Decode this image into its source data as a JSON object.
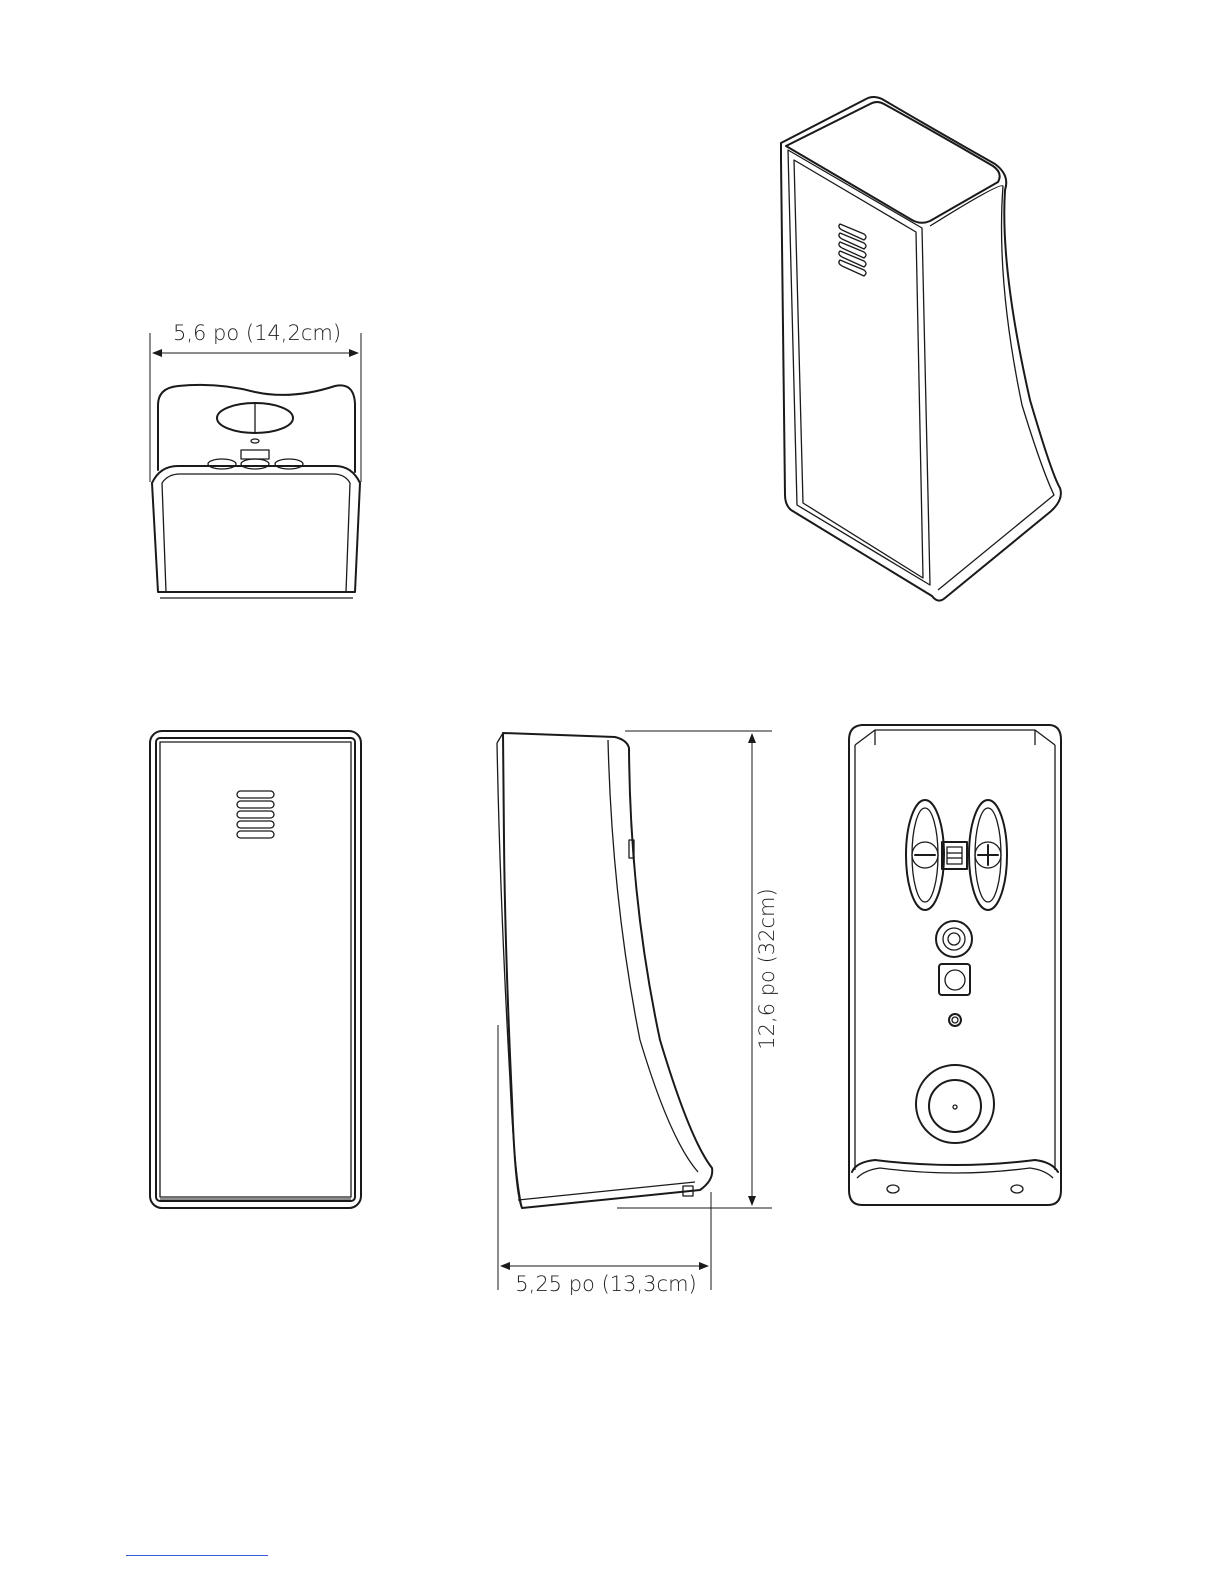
{
  "dimensions": {
    "width_label": "5,6 po (14,2cm)",
    "height_label": "12,6 po (32cm)",
    "depth_label": "5,25 po (13,3cm)"
  },
  "views": {
    "top": "top-view",
    "isometric": "isometric-view",
    "front": "front-view",
    "side": "side-view",
    "back": "back-view"
  },
  "colors": {
    "line": "#1a1a1a",
    "footer_link": "#3b5bd9"
  }
}
